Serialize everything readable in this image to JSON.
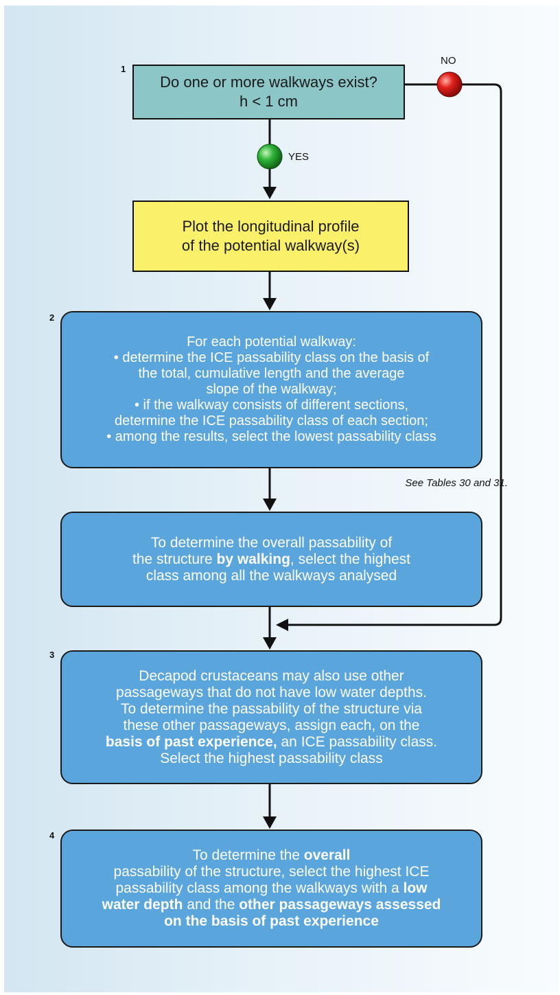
{
  "step_numbers": [
    "1",
    "2",
    "3",
    "4"
  ],
  "decision": {
    "lines": [
      "Do one or more walkways exist?",
      "h < 1 cm"
    ],
    "no_label": "NO",
    "yes_label": "YES"
  },
  "plot_box": {
    "lines": [
      "Plot the longitudinal profile",
      "of the potential walkway(s)"
    ]
  },
  "step2": {
    "lines": [
      "For each potential walkway:",
      "• determine the ICE passability class on the basis of",
      "the total, cumulative length and the average",
      "slope of the walkway;",
      "• if the walkway consists of different sections,",
      "determine the ICE passability class of each section;",
      "• among the results, select the lowest passability class"
    ],
    "note": "See Tables 30 and 31."
  },
  "overall_walking": {
    "line1": "To determine the overall passability of",
    "line2_pre": "the structure ",
    "line2_bold": "by walking",
    "line2_post": ", select the highest",
    "line3": "class among all the walkways analysed"
  },
  "step3": {
    "line1": "Decapod crustaceans may also use other",
    "line2": "passageways that do not have low water depths.",
    "line3": "To determine the passability of the structure via",
    "line4": "these other passageways, assign each, on the",
    "line5_bold": "basis of past experience,",
    "line5_post": " an ICE passability class.",
    "line6": "Select the highest passability class"
  },
  "step4": {
    "line1_pre": "To determine the ",
    "line1_bold": "overall",
    "line2": "passability of the structure, select the highest ICE",
    "line3_pre": "passability class among the walkways with a ",
    "line3_bold": "low",
    "line4_bold1": "water depth",
    "line4_mid": " and the ",
    "line4_bold2": "other passageways assessed",
    "line5_bold": "on the basis of past experience"
  },
  "colors": {
    "decision_box": "#8cc6c7",
    "plot_box": "#fbf06a",
    "step_box": "#5aa6dc",
    "no_indicator": "#e0201a",
    "yes_indicator": "#2fb53a"
  }
}
